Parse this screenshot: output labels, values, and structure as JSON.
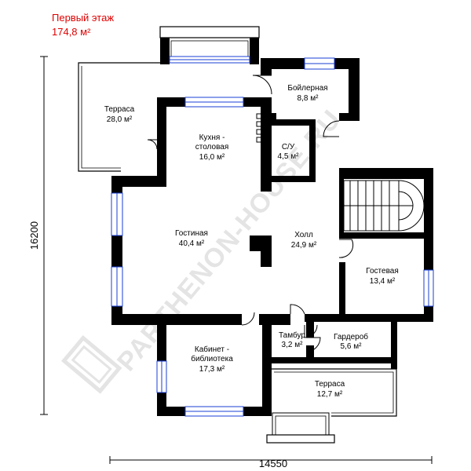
{
  "header": {
    "floor_label": "Первый этаж",
    "area": "174,8 м²"
  },
  "dimensions": {
    "height": "16200",
    "width": "14550"
  },
  "rooms": {
    "terrace_left": {
      "name": "Терраса",
      "area": "28,0 м²"
    },
    "boiler": {
      "name": "Бойлерная",
      "area": "8,8 м²"
    },
    "kitchen": {
      "name": "Кухня -",
      "name2": "столовая",
      "area": "16,0 м²"
    },
    "wc": {
      "name": "С/У",
      "area": "4,5 м²"
    },
    "living": {
      "name": "Гостиная",
      "area": "40,4 м²"
    },
    "hall": {
      "name": "Холл",
      "area": "24,9 м²"
    },
    "guest": {
      "name": "Гостевая",
      "area": "13,4 м²"
    },
    "vestibule": {
      "name": "Тамбур",
      "area": "3,2 м²"
    },
    "wardrobe": {
      "name": "Гардероб",
      "area": "5,6 м²"
    },
    "study": {
      "name": "Кабинет -",
      "name2": "библиотека",
      "area": "17,3 м²"
    },
    "terrace_bottom": {
      "name": "Терраса",
      "area": "12,7 м²"
    }
  },
  "watermark": {
    "text": "PARTHENON-HOUSE.RU"
  },
  "colors": {
    "wall": "#000000",
    "window": "#1a3fd6",
    "title": "#e00000"
  }
}
